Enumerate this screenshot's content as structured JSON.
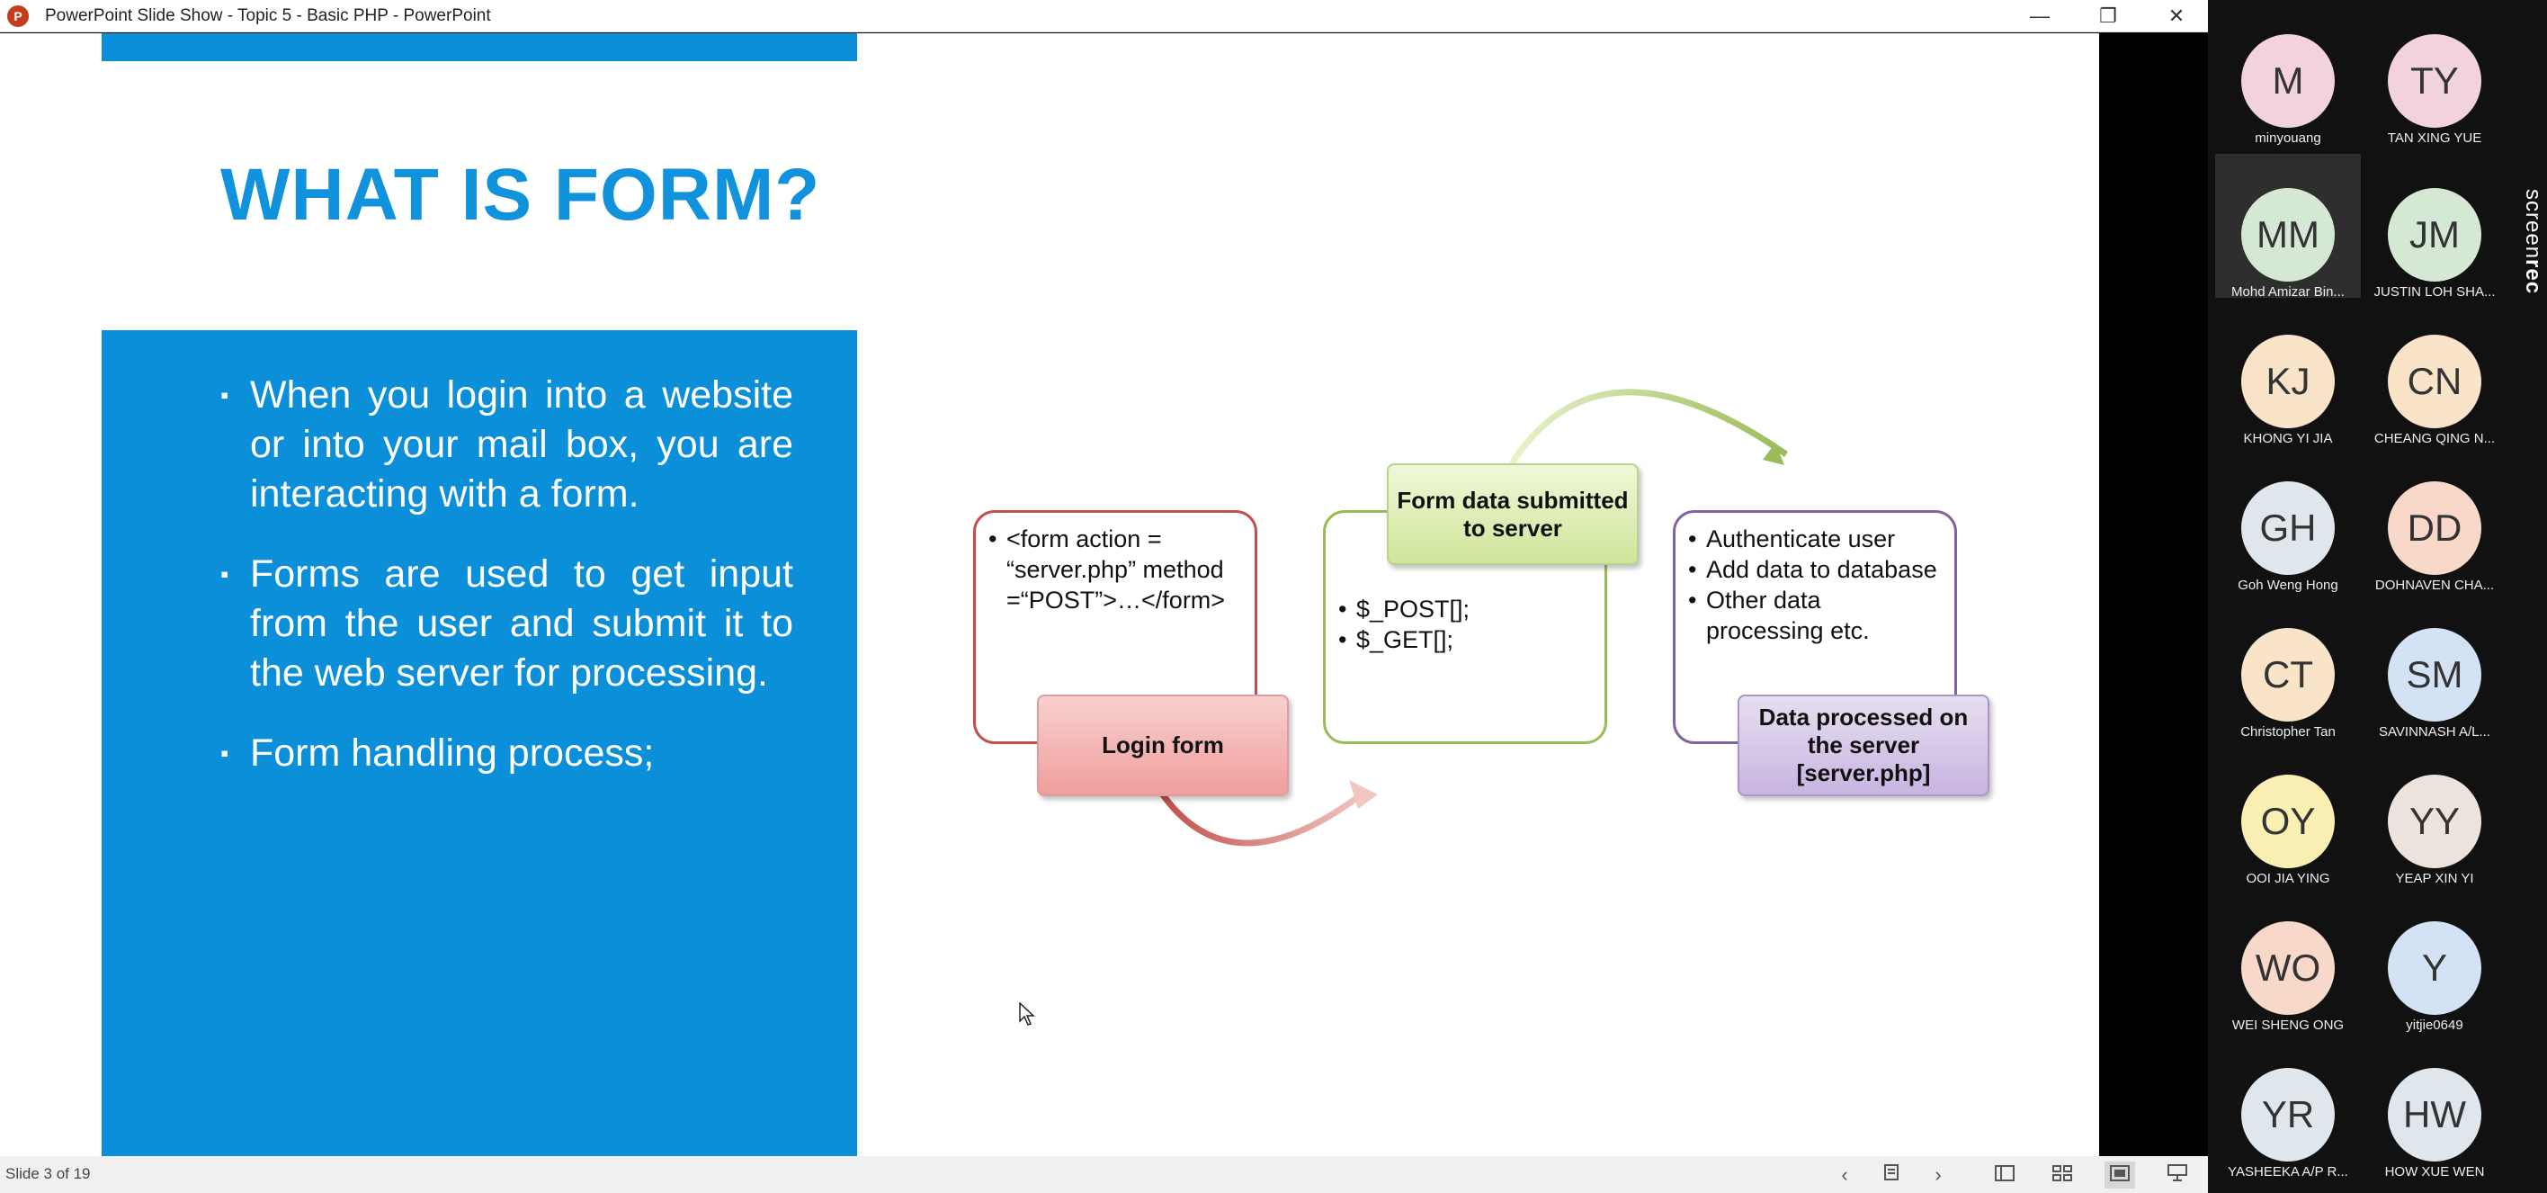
{
  "window": {
    "title": "PowerPoint Slide Show  -  Topic 5 - Basic PHP  -  PowerPoint",
    "app_icon": "P",
    "controls": {
      "minimize": "—",
      "restore": "❐",
      "close": "✕"
    }
  },
  "slide": {
    "title": "WHAT IS FORM?",
    "bullets": [
      "When you login into a website or into your mail box, you are interacting with a form.",
      "Forms are used to get input from the user and submit it to the web server for processing.",
      "Form handling process;"
    ],
    "bullet_mark": "▪",
    "diagram": {
      "box1_items": [
        "<form action = “server.php” method =“POST”>…</form>"
      ],
      "box2_items": [
        "$_POST[];",
        "$_GET[];"
      ],
      "box3_items": [
        "Authenticate user",
        "Add data to database",
        "Other data processing etc."
      ],
      "label_login": "Login form",
      "label_submit": "Form data submitted to server",
      "label_processed": "Data processed on the server [server.php]",
      "colors": {
        "red": "#c0504d",
        "green": "#9bbb59",
        "purple": "#8064a2"
      }
    }
  },
  "statusbar": {
    "slide_counter": "Slide 3 of 19",
    "prev": "‹",
    "next": "›"
  },
  "participants": [
    {
      "initials": "M",
      "name": "minyouang",
      "color": "#f2d3dd"
    },
    {
      "initials": "TY",
      "name": "TAN XING YUE",
      "color": "#f2d3dd"
    },
    {
      "initials": "MM",
      "name": "Mohd Amizar Bin...",
      "color": "#d5e8d4"
    },
    {
      "initials": "JM",
      "name": "JUSTIN LOH SHA...",
      "color": "#d5e8d4"
    },
    {
      "initials": "KJ",
      "name": "KHONG YI JIA",
      "color": "#f9e3c9"
    },
    {
      "initials": "CN",
      "name": "CHEANG QING N...",
      "color": "#f9e3c9"
    },
    {
      "initials": "GH",
      "name": "Goh Weng Hong",
      "color": "#dfe6ec"
    },
    {
      "initials": "DD",
      "name": "DOHNAVEN CHA...",
      "color": "#f8d9c9"
    },
    {
      "initials": "CT",
      "name": "Christopher Tan",
      "color": "#f9e3c9"
    },
    {
      "initials": "SM",
      "name": "SAVINNASH A/L...",
      "color": "#d3e2f5"
    },
    {
      "initials": "OY",
      "name": "OOI JIA YING",
      "color": "#faf0b4"
    },
    {
      "initials": "YY",
      "name": "YEAP XIN YI",
      "color": "#ece3dc"
    },
    {
      "initials": "WO",
      "name": "WEI SHENG ONG",
      "color": "#f8d9c9"
    },
    {
      "initials": "Y",
      "name": "yitjie0649",
      "color": "#d3e2f5"
    },
    {
      "initials": "YR",
      "name": "YASHEEKA A/P R...",
      "color": "#dfe6ec"
    },
    {
      "initials": "HW",
      "name": "HOW XUE WEN",
      "color": "#dfe6ec"
    }
  ],
  "screenrec": {
    "part1": "screen",
    "part2": "rec"
  }
}
